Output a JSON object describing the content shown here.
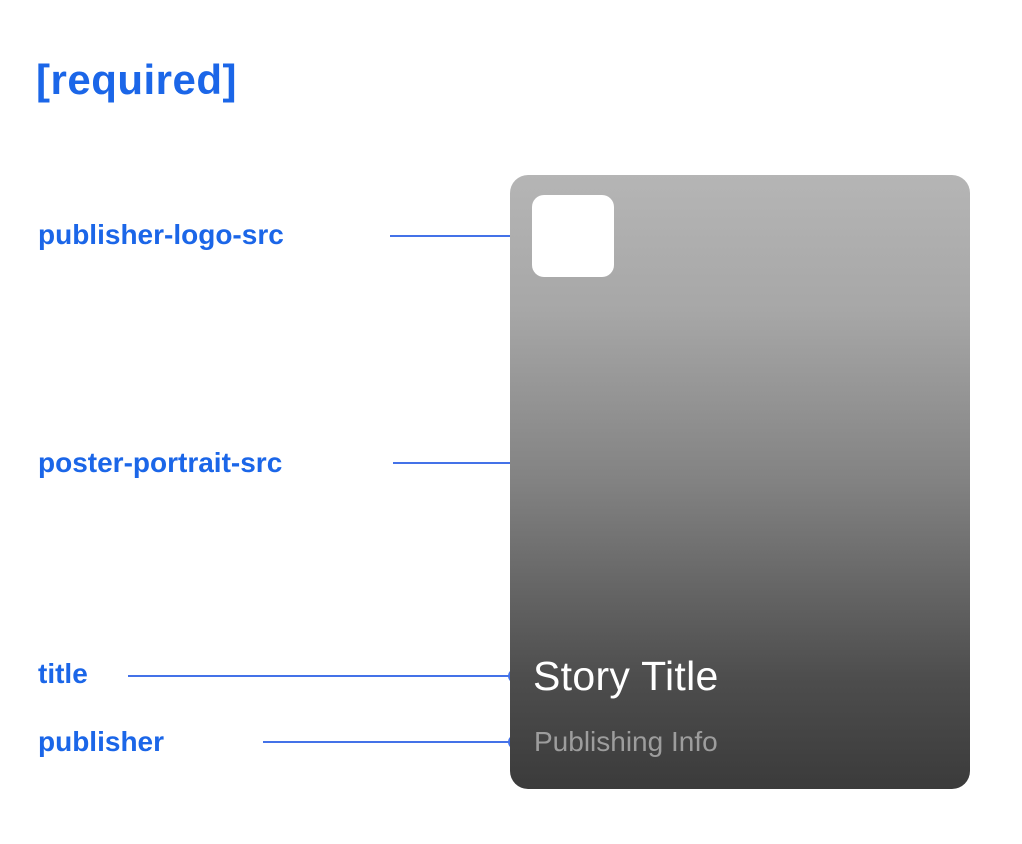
{
  "page": {
    "heading": "[required]"
  },
  "colors": {
    "label_blue": "#1b66e8",
    "connector_blue": "#4472e8",
    "card_gradient_top": "#b5b5b5",
    "card_gradient_bottom": "#3b3b3b",
    "card_title_color": "#ffffff",
    "card_publisher_color": "#9d9d9d"
  },
  "callouts": [
    {
      "id": "publisher-logo-src",
      "label": "publisher-logo-src"
    },
    {
      "id": "poster-portrait-src",
      "label": "poster-portrait-src"
    },
    {
      "id": "title",
      "label": "title"
    },
    {
      "id": "publisher",
      "label": "publisher"
    }
  ],
  "card": {
    "title": "Story Title",
    "publisher": "Publishing Info"
  }
}
